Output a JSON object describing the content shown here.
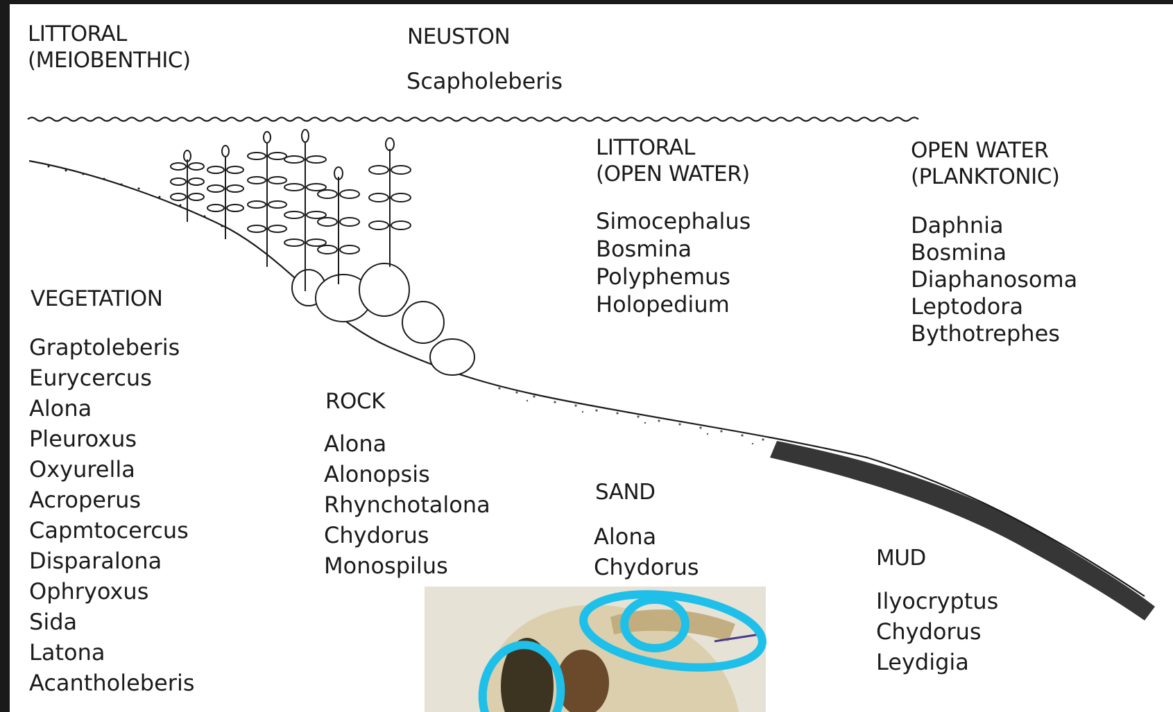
{
  "zones": {
    "littoral_meio": {
      "title": [
        "LITTORAL",
        "(MEIOBENTHIC)"
      ]
    },
    "neuston": {
      "title": [
        "NEUSTON"
      ],
      "taxa": [
        "Scapholeberis"
      ]
    },
    "littoral_open": {
      "title": [
        "LITTORAL",
        "(OPEN WATER)"
      ],
      "taxa": [
        "Simocephalus",
        "Bosmina",
        "Polyphemus",
        "Holopedium"
      ]
    },
    "open_water": {
      "title": [
        "OPEN WATER",
        "(PLANKTONIC)"
      ],
      "taxa": [
        "Daphnia",
        "Bosmina",
        "Diaphanosoma",
        "Leptodora",
        "Bythotrephes"
      ]
    },
    "vegetation": {
      "title": [
        "VEGETATION"
      ],
      "taxa": [
        "Graptoleberis",
        "Eurycercus",
        "Alona",
        "Pleuroxus",
        "Oxyurella",
        "Acroperus",
        "Capmtocercus",
        "Disparalona",
        "Ophryoxus",
        "Sida",
        "Latona",
        "Acantholeberis"
      ]
    },
    "rock": {
      "title": [
        "ROCK"
      ],
      "taxa": [
        "Alona",
        "Alonopsis",
        "Rhynchotalona",
        "Chydorus",
        "Monospilus"
      ]
    },
    "sand": {
      "title": [
        "SAND"
      ],
      "taxa": [
        "Alona",
        "Chydorus"
      ]
    },
    "mud": {
      "title": [
        "MUD"
      ],
      "taxa": [
        "Ilyocryptus",
        "Chydorus",
        "Leydigia"
      ]
    }
  },
  "colors": {
    "highlight_ring": "#1ec0ea",
    "ink": "#1a1a1a",
    "slide_border": "#1a1a1a"
  }
}
